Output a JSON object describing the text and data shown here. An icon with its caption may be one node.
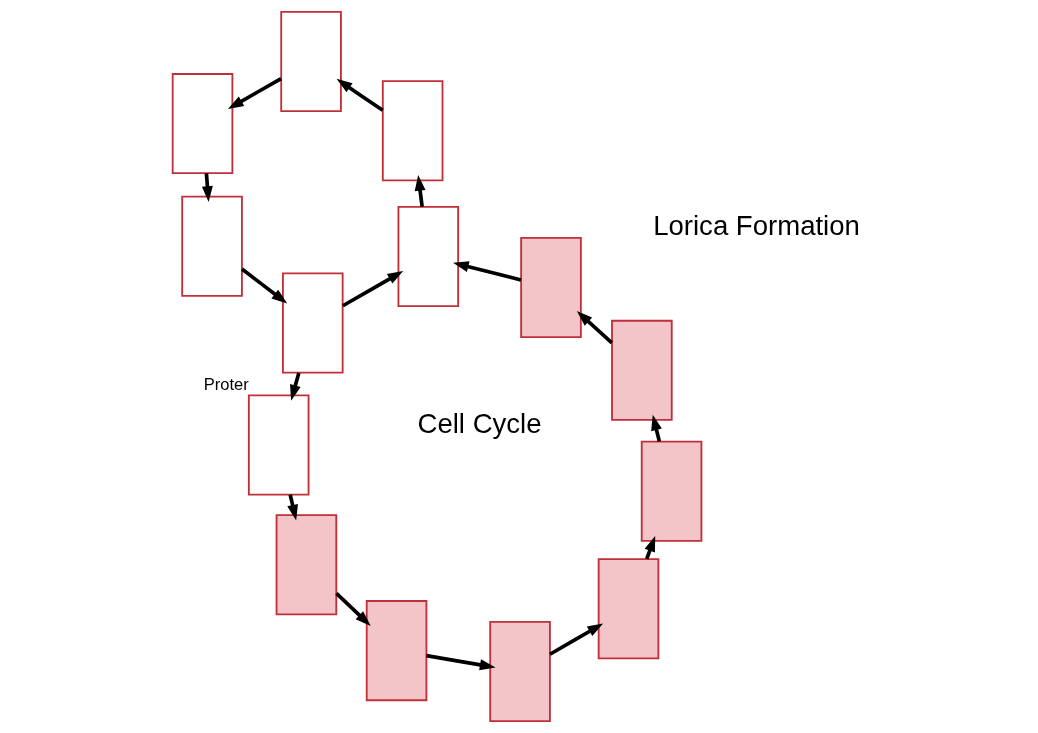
{
  "diagram": {
    "nodes": [
      {
        "text": [],
        "shape": "box"
      },
      {
        "text": [],
        "shape": "box"
      },
      {
        "text": [],
        "shape": "box"
      },
      {
        "text": [],
        "shape": "box"
      },
      {
        "text": [],
        "shape": "box"
      },
      {
        "text": [],
        "shape": "box"
      },
      {
        "text": [],
        "shape": "box",
        "beside": [
          "Proter"
        ]
      },
      {
        "text": [],
        "shape": "box"
      },
      {
        "text": [],
        "shape": "box"
      },
      {
        "text": [],
        "shape": "box"
      },
      {
        "text": [],
        "shape": "box"
      },
      {
        "text": [],
        "shape": "box"
      },
      {
        "text": [],
        "shape": "box"
      },
      {
        "text": [],
        "shape": "box"
      }
    ],
    "edges": [
      {
        "from": 0,
        "to": 3,
        "arrow": "to"
      },
      {
        "from": 3,
        "to": 4,
        "arrow": "to"
      },
      {
        "from": 4,
        "to": 5,
        "arrow": "to"
      },
      {
        "from": 5,
        "to": 2,
        "arrow": "to"
      },
      {
        "from": 2,
        "to": 1,
        "arrow": "to"
      },
      {
        "from": 1,
        "to": 0,
        "arrow": "to"
      },
      {
        "from": 5,
        "to": 6,
        "arrow": "to"
      },
      {
        "from": 6,
        "to": 7,
        "arrow": "to"
      },
      {
        "from": 7,
        "to": 8,
        "arrow": "to"
      },
      {
        "from": 8,
        "to": 9,
        "arrow": "to"
      },
      {
        "from": 9,
        "to": 10,
        "arrow": "to"
      },
      {
        "from": 10,
        "to": 11,
        "arrow": "to"
      },
      {
        "from": 11,
        "to": 12,
        "arrow": "to"
      },
      {
        "from": 12,
        "to": 13,
        "arrow": "to"
      },
      {
        "from": 13,
        "to": 2,
        "arrow": "to"
      }
    ],
    "labels": [
      "Cell Cycle",
      "Lorica Formation"
    ]
  }
}
